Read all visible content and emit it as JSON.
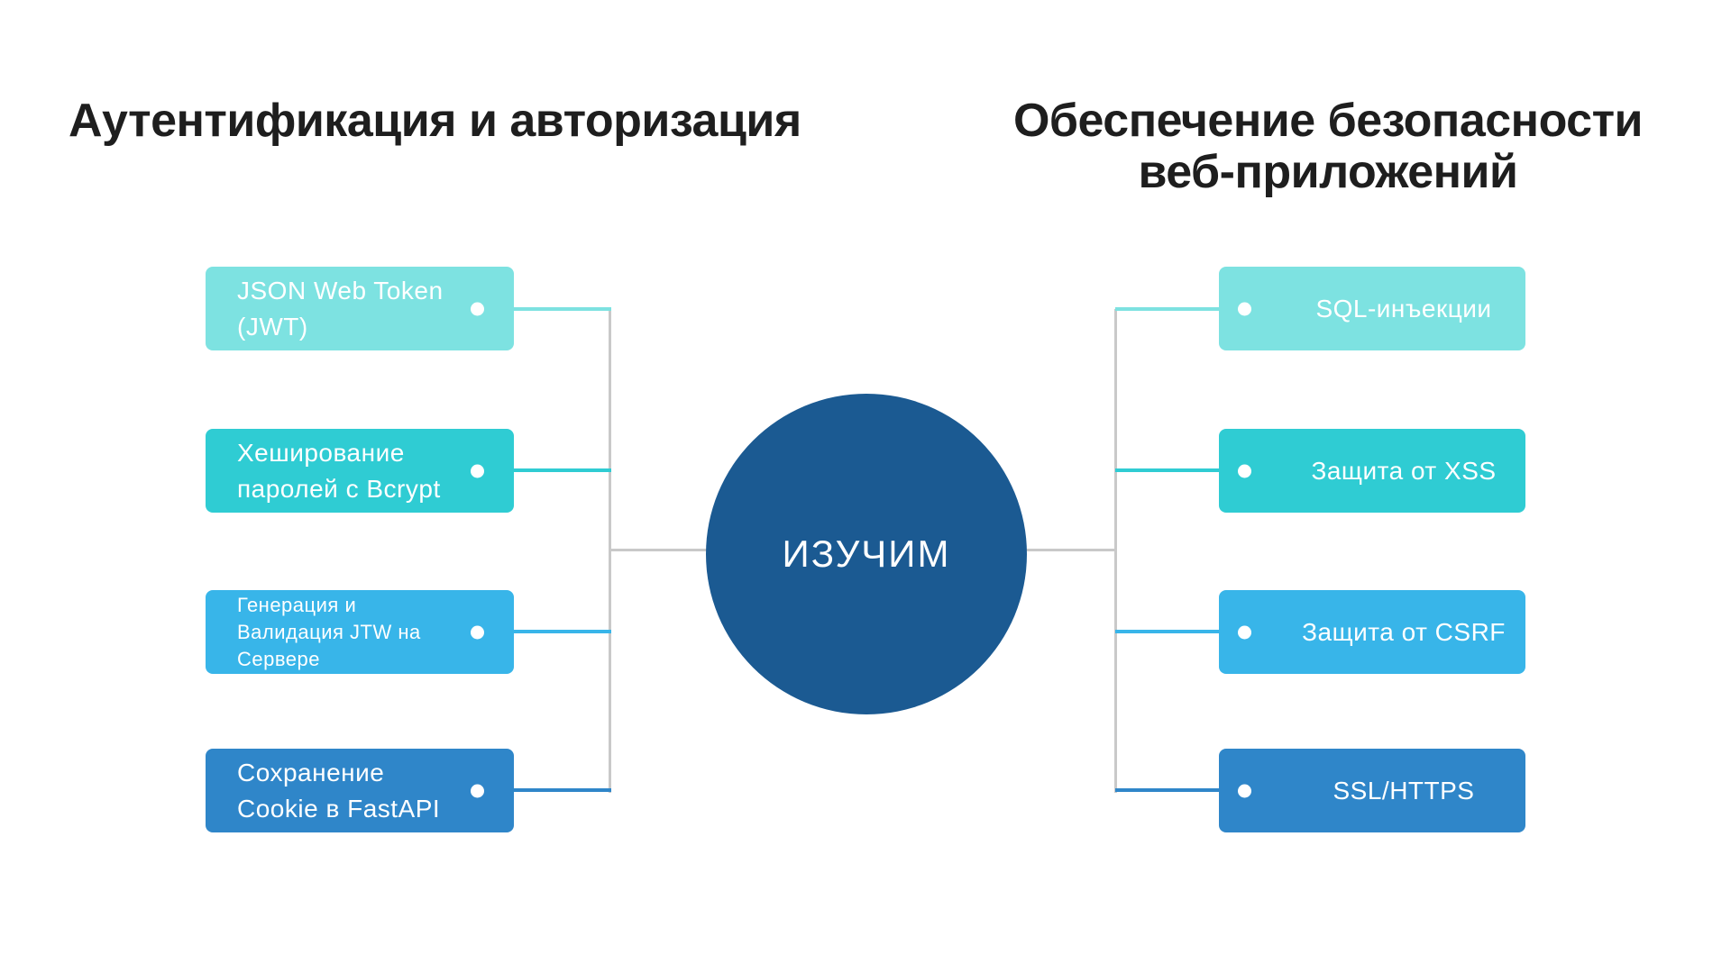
{
  "center": {
    "label": "ИЗУЧИМ",
    "color": "#1b5a92"
  },
  "palette": {
    "level1": "#7de2e1",
    "level2": "#2fccd3",
    "level3": "#38b5e9",
    "level4": "#2f86c9",
    "connector_gray": "#c9c9c9",
    "title_text": "#1e1e1e",
    "node_text": "#ffffff",
    "background": "#ffffff"
  },
  "left_branch": {
    "title": "Аутентификация и авторизация",
    "items": [
      {
        "label": "JSON Web Token\n(JWT)",
        "color": "#7de2e1"
      },
      {
        "label": "Хеширование\nпаролей с Bcrypt",
        "color": "#2fccd3"
      },
      {
        "label": "Генерация и\nВалидация JTW на\nСервере",
        "color": "#38b5e9"
      },
      {
        "label": "Сохранение\nCookie в FastAPI",
        "color": "#2f86c9"
      }
    ]
  },
  "right_branch": {
    "title": "Обеспечение безопасности\nвеб-приложений",
    "items": [
      {
        "label": "SQL-инъекции",
        "color": "#7de2e1"
      },
      {
        "label": "Защита от XSS",
        "color": "#2fccd3"
      },
      {
        "label": "Защита от CSRF",
        "color": "#38b5e9"
      },
      {
        "label": "SSL/HTTPS",
        "color": "#2f86c9"
      }
    ]
  }
}
